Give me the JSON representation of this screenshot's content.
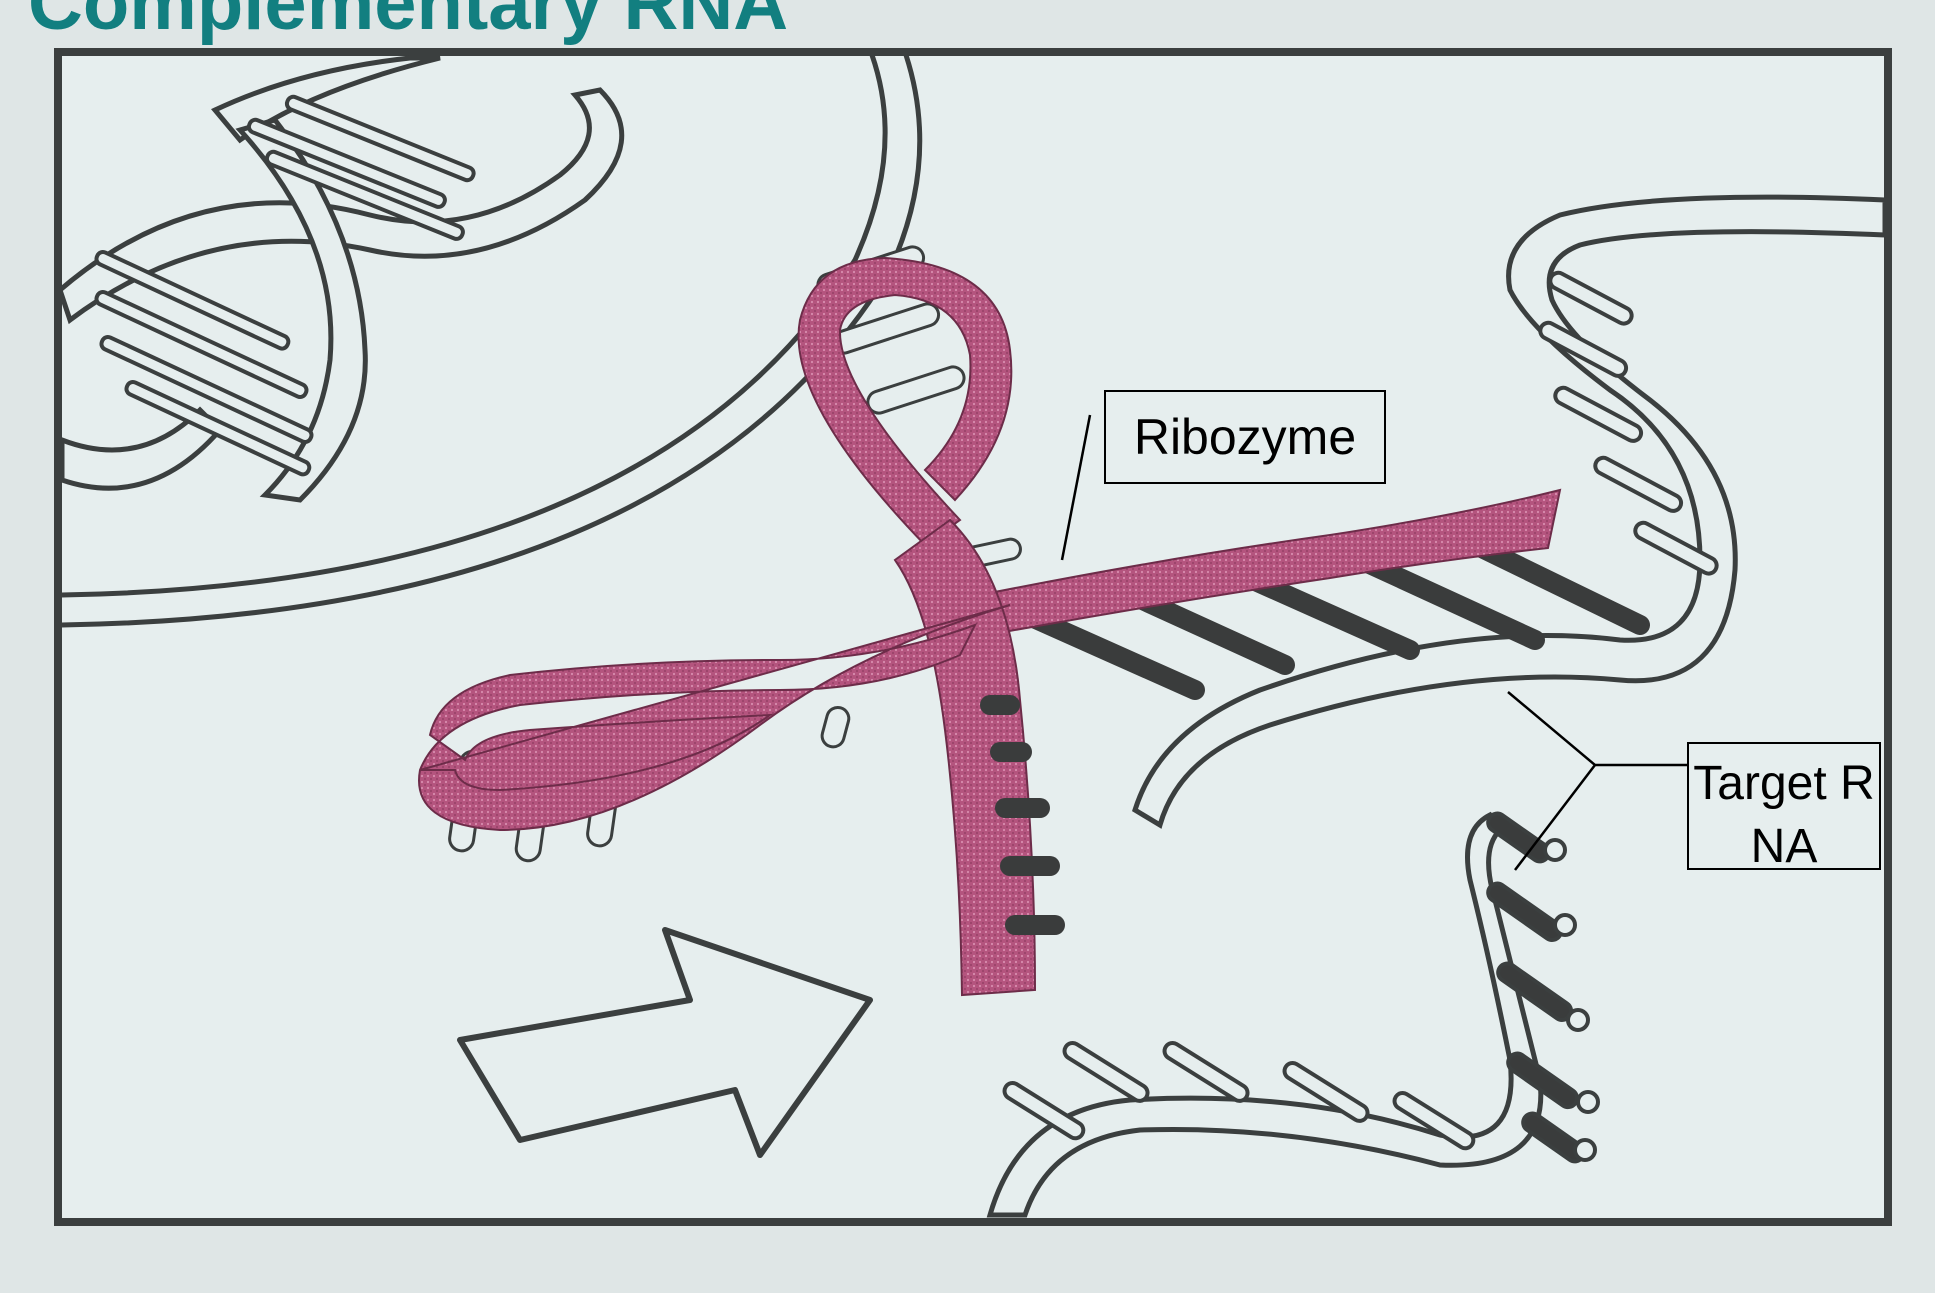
{
  "title": "Complementary RNA",
  "labels": {
    "ribozyme": "Ribozyme",
    "target_rna": "Target RNA"
  },
  "colors": {
    "title": "#127f80",
    "background": "#dfe6e6",
    "panel": "#e6eeee",
    "outline": "#3b3f3f",
    "ribozyme": "#b4547e",
    "base_pairs": "#3a3c3c"
  }
}
